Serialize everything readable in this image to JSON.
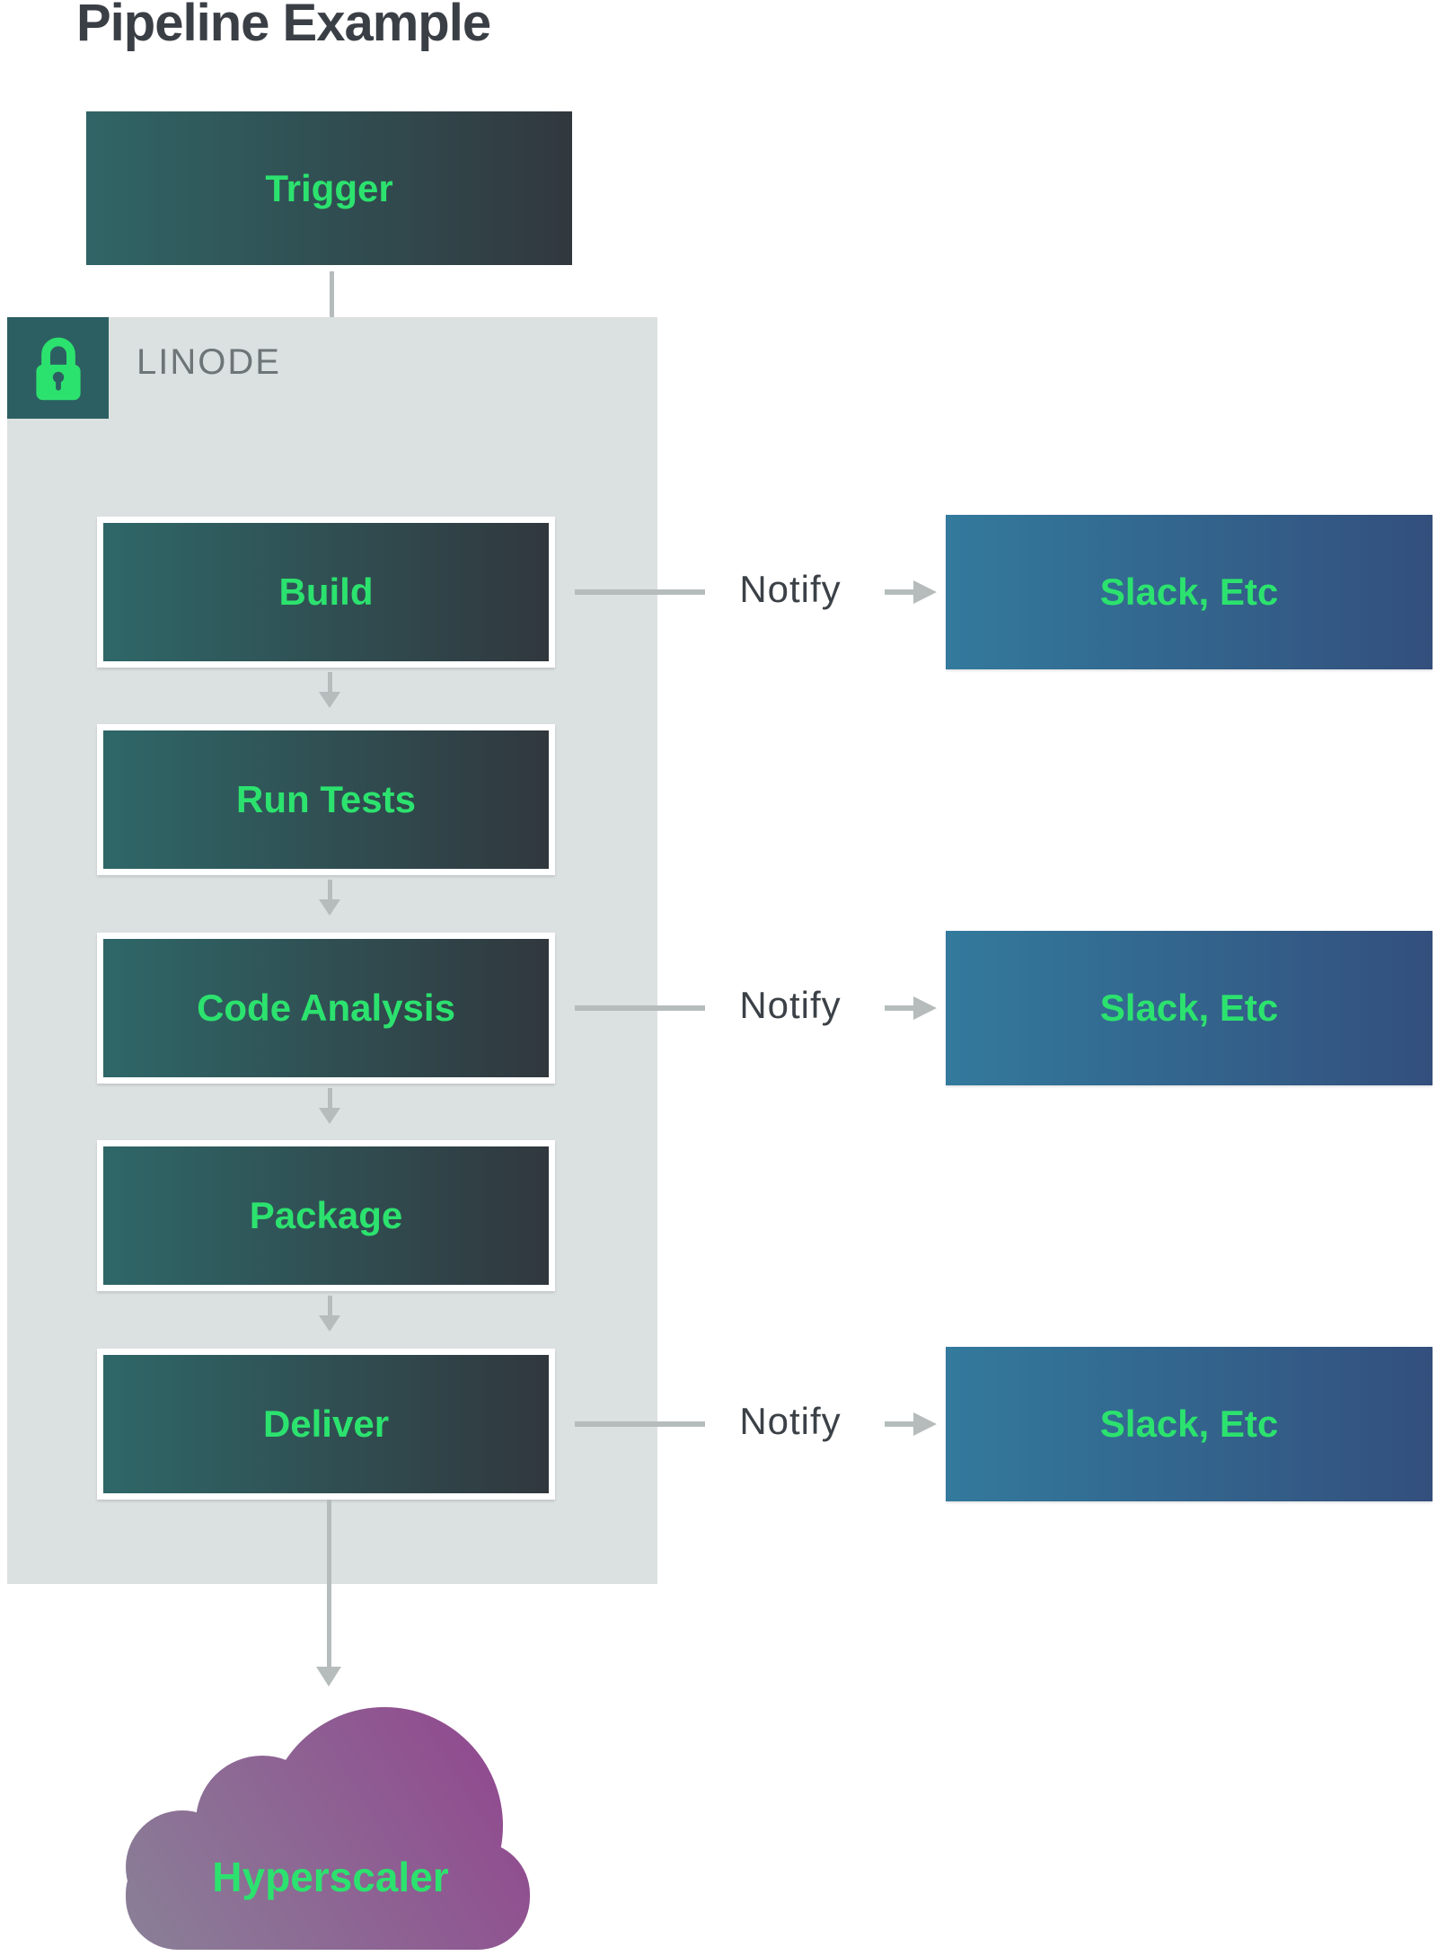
{
  "title": "Pipeline Example",
  "trigger": {
    "label": "Trigger"
  },
  "zone": {
    "label": "LINODE",
    "badge_icon": "lock-icon"
  },
  "stages": [
    {
      "label": "Build"
    },
    {
      "label": "Run Tests"
    },
    {
      "label": "Code Analysis"
    },
    {
      "label": "Package"
    },
    {
      "label": "Deliver"
    }
  ],
  "notifications": [
    {
      "from": "Build",
      "label": "Notify",
      "target": "Slack, Etc"
    },
    {
      "from": "Code Analysis",
      "label": "Notify",
      "target": "Slack, Etc"
    },
    {
      "from": "Deliver",
      "label": "Notify",
      "target": "Slack, Etc"
    }
  ],
  "cloud": {
    "label": "Hyperscaler"
  },
  "colors": {
    "stage_gradient_start": "#306566",
    "stage_gradient_end": "#31383e",
    "notify_box_gradient_start": "#337a9d",
    "notify_box_gradient_end": "#334f7d",
    "cloud_gradient_start": "#8a7d97",
    "cloud_gradient_end": "#91488f",
    "label_green": "#2ce26e",
    "zone_background": "#dbe1e0",
    "lock_badge_background": "#2c5f62",
    "arrow_gray": "#b6bcbc",
    "title_text": "#3a3f46",
    "zone_label_text": "#6d7577",
    "notify_label_text": "#3b4147"
  }
}
